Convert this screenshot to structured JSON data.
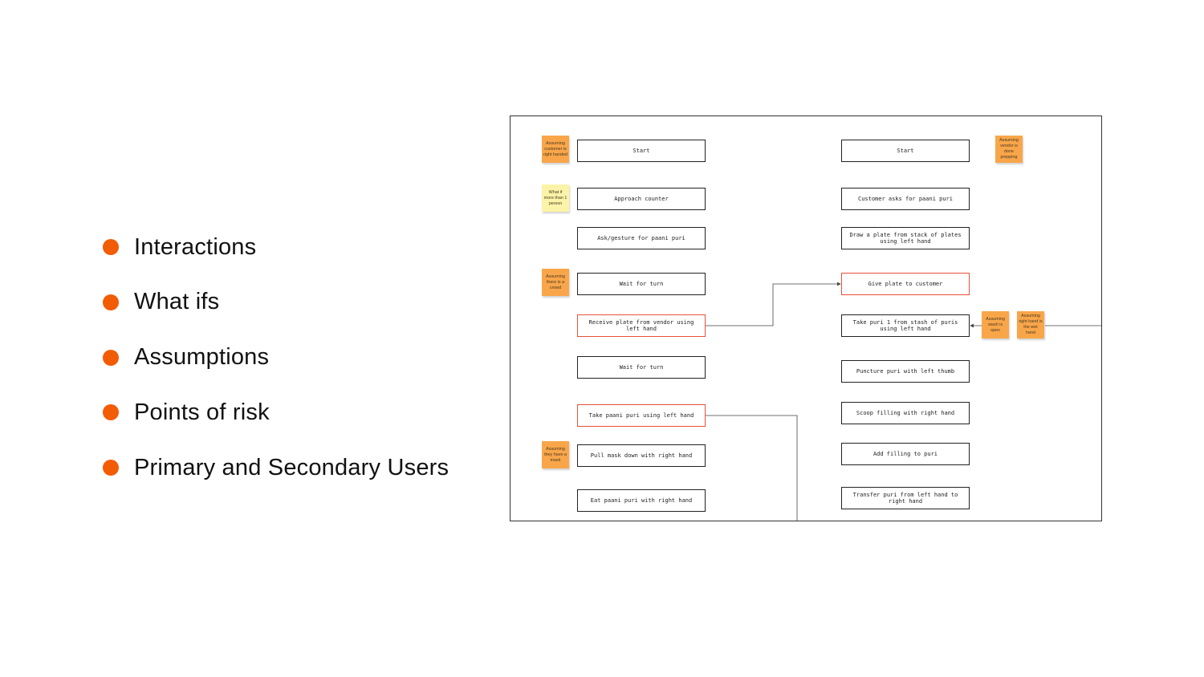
{
  "bullets": [
    {
      "label": "Interactions"
    },
    {
      "label": "What ifs"
    },
    {
      "label": "Assumptions"
    },
    {
      "label": "Points of risk"
    },
    {
      "label": "Primary and Secondary Users"
    }
  ],
  "diagram": {
    "customer_flow": [
      {
        "label": "Start"
      },
      {
        "label": "Approach counter"
      },
      {
        "label": "Ask/gesture for paani puri"
      },
      {
        "label": "Wait for turn"
      },
      {
        "label": "Receive plate from vendor using left hand",
        "risk": true
      },
      {
        "label": "Wait for turn"
      },
      {
        "label": "Take paani puri using left hand",
        "risk": true
      },
      {
        "label": "Pull mask down with right hand"
      },
      {
        "label": "Eat paani puri with right hand"
      }
    ],
    "vendor_flow": [
      {
        "label": "Start"
      },
      {
        "label": "Customer asks for paani puri"
      },
      {
        "label": "Draw a plate from stack of plates using left hand"
      },
      {
        "label": "Give plate to customer",
        "risk": true
      },
      {
        "label": "Take puri 1 from stash of puris using left hand"
      },
      {
        "label": "Puncture puri with left thumb"
      },
      {
        "label": "Scoop filling with right hand"
      },
      {
        "label": "Add filling to puri"
      },
      {
        "label": "Transfer puri from left hand to right hand"
      }
    ],
    "stickies": [
      {
        "text": "Assuming customer is right handed",
        "color": "#f9a64a"
      },
      {
        "text": "What if more than 1 person",
        "color": "#fbf3a8"
      },
      {
        "text": "Assuming there is a crowd",
        "color": "#f9a64a"
      },
      {
        "text": "Assuming they have a mask",
        "color": "#f9a64a"
      },
      {
        "text": "Assuming vendor is done prepping",
        "color": "#f9a64a"
      },
      {
        "text": "Assuming stash is open",
        "color": "#f9a64a"
      },
      {
        "text": "Assuming right hand is the wet hand",
        "color": "#f9a64a"
      }
    ]
  },
  "colors": {
    "accent": "#f25c05",
    "risk_border": "#e8503a",
    "sticky_orange": "#f9a64a",
    "sticky_yellow": "#fbf3a8"
  }
}
